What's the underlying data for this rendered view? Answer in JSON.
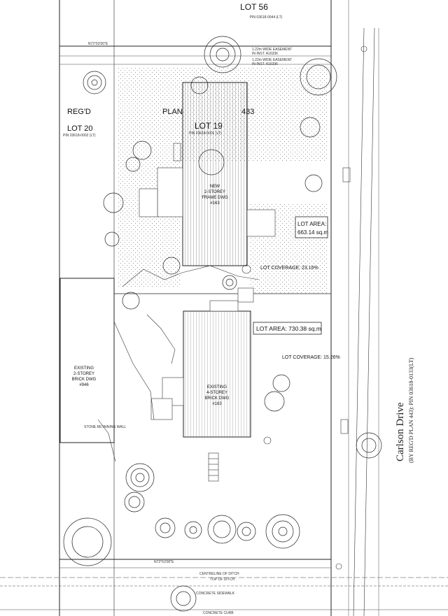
{
  "labels": {
    "lot56": "LOT 56",
    "pin56": "PIN 03618-0044 (LT)",
    "bearing_top": "N72°53'00\"E",
    "bearing_bottom": "N72°53'00\"E",
    "easement1": "1.22m WIDE EASEMENT",
    "easement1b": "IN INST. A16336",
    "easement2": "1.22m WIDE EASEMENT",
    "easement2b": "IN INST. A16336",
    "regd": "REG'D",
    "plan": "PLAN",
    "plan_no": "433",
    "lot19": "LOT 19",
    "pin19": "PIN 03618-0001 (LT)",
    "lot20": "LOT 20",
    "pin20": "PIN 03618-0002 (LT)",
    "lot_area_new": "LOT AREA:",
    "lot_area_new_val": "663.14 sq.m",
    "coverage_new": "LOT COVERAGE: 23.16%",
    "lot_area_existing": "LOT AREA: 730.38 sq.m",
    "coverage_existing": "LOT COVERAGE: 15.26%",
    "new_dwelling": [
      "NEW",
      "2-STOREY",
      "FRAME DWG",
      "#163"
    ],
    "existing_dwelling": [
      "EXISTING",
      "4-STOREY",
      "BRICK DWG",
      "#163"
    ],
    "existing_neighbour": [
      "EXISTING",
      "2-STOREY",
      "BRICK DWG",
      "#946"
    ],
    "stone_wall": "STONE RETAINING WALL",
    "concrete_curb": "CONCRETE CURB",
    "concrete_sidewalk": "CONCRETE SIDEWALK",
    "centreline": "CENTRELINE OF DITCH",
    "top_ditch": "TOP OF DITCH",
    "street": "Carlson Drive",
    "street_sub": "(BY REG'D PLAN 443): PIN 03618-0133(LT)"
  }
}
